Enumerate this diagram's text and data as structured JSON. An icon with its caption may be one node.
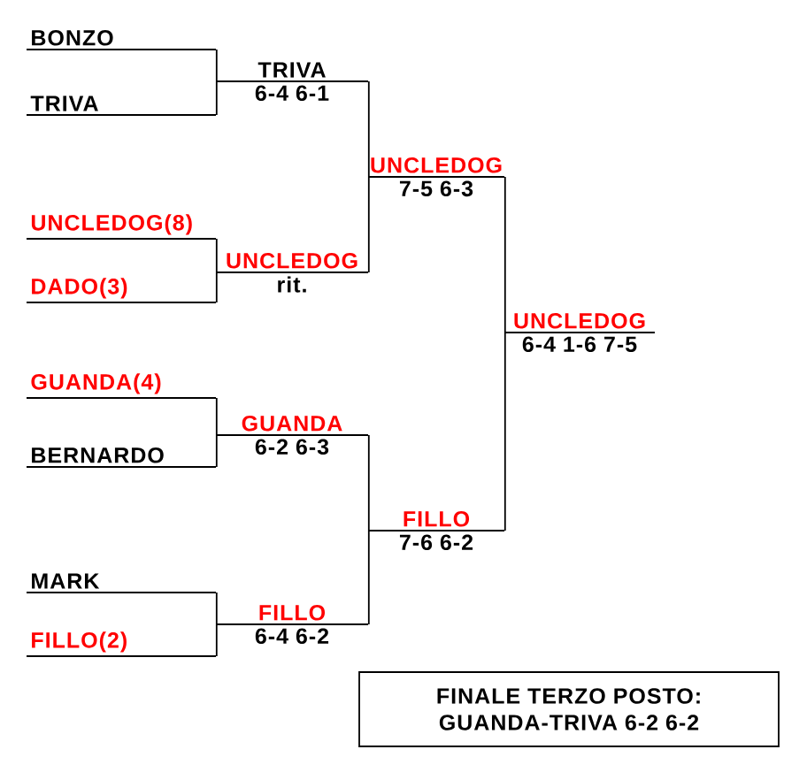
{
  "diagram": {
    "nodes": [
      {
        "text": [
          "BONZO"
        ]
      },
      {
        "text": [
          "TRIVA"
        ]
      },
      {
        "text": [
          "UNCLEDOG(8)"
        ]
      },
      {
        "text": [
          "DADO(3)"
        ]
      },
      {
        "text": [
          "GUANDA(4)"
        ]
      },
      {
        "text": [
          "BERNARDO"
        ]
      },
      {
        "text": [
          "MARK"
        ]
      },
      {
        "text": [
          "FILLO(2)"
        ]
      },
      {
        "text": [
          "TRIVA",
          "6-4 6-1"
        ]
      },
      {
        "text": [
          "UNCLEDOG",
          "rit."
        ]
      },
      {
        "text": [
          "GUANDA",
          "6-2 6-3"
        ]
      },
      {
        "text": [
          "FILLO",
          "6-4 6-2"
        ]
      },
      {
        "text": [
          "UNCLEDOG",
          "7-5 6-3"
        ]
      },
      {
        "text": [
          "FILLO",
          "7-6 6-2"
        ]
      },
      {
        "text": [
          "UNCLEDOG",
          "6-4 1-6 7-5"
        ]
      },
      {
        "text": [
          "FINALE TERZO POSTO:",
          "GUANDA-TRIVA 6-2 6-2"
        ]
      }
    ],
    "edges": [
      {
        "from": 0,
        "to": 8,
        "arrow": "none"
      },
      {
        "from": 1,
        "to": 8,
        "arrow": "none"
      },
      {
        "from": 2,
        "to": 9,
        "arrow": "none"
      },
      {
        "from": 3,
        "to": 9,
        "arrow": "none"
      },
      {
        "from": 4,
        "to": 10,
        "arrow": "none"
      },
      {
        "from": 5,
        "to": 10,
        "arrow": "none"
      },
      {
        "from": 6,
        "to": 11,
        "arrow": "none"
      },
      {
        "from": 7,
        "to": 11,
        "arrow": "none"
      },
      {
        "from": 8,
        "to": 12,
        "arrow": "none"
      },
      {
        "from": 9,
        "to": 12,
        "arrow": "none"
      },
      {
        "from": 10,
        "to": 13,
        "arrow": "none"
      },
      {
        "from": 11,
        "to": 13,
        "arrow": "none"
      },
      {
        "from": 12,
        "to": 14,
        "arrow": "none"
      },
      {
        "from": 13,
        "to": 14,
        "arrow": "none"
      }
    ]
  }
}
